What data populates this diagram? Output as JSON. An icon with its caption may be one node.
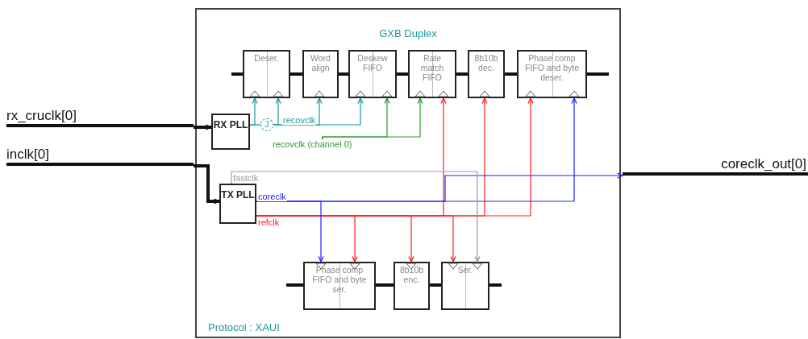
{
  "diagram": {
    "nodes": [
      {
        "text": [
          "GXB Duplex",
          "Protocol : XAUI"
        ]
      },
      {
        "text": [
          "Deser."
        ],
        "in": 0
      },
      {
        "text": [
          "Word align"
        ],
        "in": 0
      },
      {
        "text": [
          "Deskew FIFO"
        ],
        "in": 0
      },
      {
        "text": [
          "Rate match FIFO"
        ],
        "in": 0
      },
      {
        "text": [
          "8b10b dec."
        ],
        "in": 0
      },
      {
        "text": [
          "Phase comp FIFO and byte deser."
        ],
        "in": 0
      },
      {
        "text": [
          "RX PLL"
        ],
        "in": 0
      },
      {
        "text": [
          "J"
        ],
        "in": 0
      },
      {
        "text": [
          "TX PLL"
        ],
        "in": 0
      },
      {
        "text": [
          "Phase comp FIFO and byte ser."
        ],
        "in": 0
      },
      {
        "text": [
          "8b10b enc."
        ],
        "in": 0
      },
      {
        "text": [
          "Ser."
        ],
        "in": 0
      },
      {
        "text": [
          "rx_cruclk[0]"
        ]
      },
      {
        "text": [
          "inclk[0]"
        ]
      },
      {
        "text": [
          "coreclk_out[0]"
        ]
      },
      {
        "text": [
          "recovclk (channel 0)"
        ],
        "in": 0
      }
    ],
    "edges": [
      {
        "from": 13,
        "to": 7,
        "arrow": "to",
        "style": "thick"
      },
      {
        "from": 14,
        "to": 9,
        "arrow": "to",
        "style": "thick"
      },
      {
        "from": null,
        "to": 1,
        "arrow": "none",
        "style": "thick"
      },
      {
        "from": 1,
        "to": 2,
        "arrow": "none",
        "style": "thick"
      },
      {
        "from": 2,
        "to": 3,
        "arrow": "none",
        "style": "thick"
      },
      {
        "from": 3,
        "to": 4,
        "arrow": "none",
        "style": "thick"
      },
      {
        "from": 4,
        "to": 5,
        "arrow": "none",
        "style": "thick"
      },
      {
        "from": 5,
        "to": 6,
        "arrow": "none",
        "style": "thick"
      },
      {
        "from": 6,
        "to": null,
        "arrow": "none",
        "style": "thick"
      },
      {
        "from": null,
        "to": 10,
        "arrow": "none",
        "style": "thick"
      },
      {
        "from": 10,
        "to": 11,
        "arrow": "none",
        "style": "thick"
      },
      {
        "from": 11,
        "to": 12,
        "arrow": "none",
        "style": "thick"
      },
      {
        "from": 12,
        "to": null,
        "arrow": "none",
        "style": "thick"
      },
      {
        "from": 7,
        "to": 8,
        "arrow": "none",
        "color": "#1a9a9a"
      },
      {
        "from": 7,
        "to": 1,
        "arrow": "to",
        "color": "#1a9a9a"
      },
      {
        "from": 8,
        "to": 1,
        "arrow": "to",
        "color": "#1a9a9a"
      },
      {
        "from": 8,
        "to": 2,
        "arrow": "to",
        "color": "#1a9a9a"
      },
      {
        "from": 8,
        "to": 3,
        "arrow": "to",
        "color": "#1a9a9a"
      },
      {
        "from": 16,
        "to": 3,
        "arrow": "to",
        "color": "#2e9a2e"
      },
      {
        "from": 16,
        "to": 4,
        "arrow": "to",
        "color": "#2e9a2e"
      },
      {
        "from": 9,
        "to": 4,
        "arrow": "to",
        "color": "#ff2020"
      },
      {
        "from": 9,
        "to": 5,
        "arrow": "to",
        "color": "#ff2020"
      },
      {
        "from": 9,
        "to": 6,
        "arrow": "to",
        "color": "#ff2020"
      },
      {
        "from": 9,
        "to": 10,
        "arrow": "to",
        "color": "#ff2020"
      },
      {
        "from": 9,
        "to": 11,
        "arrow": "to",
        "color": "#ff2020"
      },
      {
        "from": 9,
        "to": 12,
        "arrow": "to",
        "color": "#ff2020"
      },
      {
        "from": 9,
        "to": 6,
        "arrow": "to",
        "color": "#2020ff"
      },
      {
        "from": 9,
        "to": 10,
        "arrow": "to",
        "color": "#2020ff"
      },
      {
        "from": 9,
        "to": 15,
        "arrow": "to",
        "color": "#2020ff"
      },
      {
        "from": 9,
        "to": 12,
        "arrow": "to",
        "color": "#999999"
      }
    ],
    "labels": [
      "recovclk",
      "fastclk",
      "coreclk",
      "refclk"
    ]
  }
}
